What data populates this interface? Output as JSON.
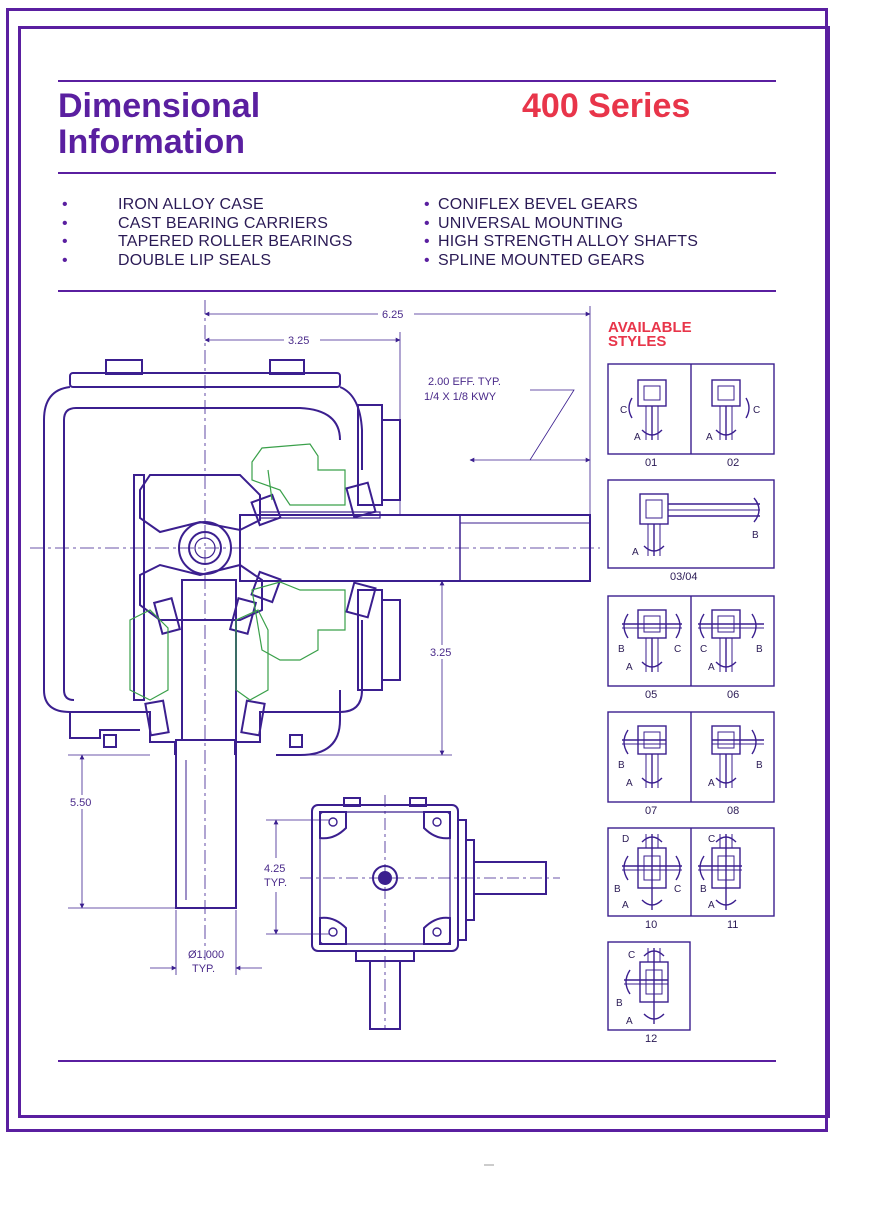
{
  "header": {
    "title_line1": "Dimensional",
    "title_line2": "Information",
    "series": "400 Series"
  },
  "features": {
    "left": [
      "IRON ALLOY CASE",
      "CAST BEARING CARRIERS",
      "TAPERED ROLLER BEARINGS",
      "DOUBLE LIP SEALS"
    ],
    "right": [
      "CONIFLEX BEVEL GEARS",
      "UNIVERSAL MOUNTING",
      "HIGH STRENGTH ALLOY SHAFTS",
      "SPLINE MOUNTED GEARS"
    ],
    "bullet": "•"
  },
  "dimensions": {
    "overall_width": "6.25",
    "half_width": "3.25",
    "shaft_note_line1": "2.00 EFF. TYP.",
    "shaft_note_line2": "1/4 X 1/8 KWY",
    "vertical_height": "3.25",
    "shaft_length": "5.50",
    "bolt_spacing_line1": "4.25",
    "bolt_spacing_line2": "TYP.",
    "shaft_dia_line1": "Ø1.000",
    "shaft_dia_line2": "TYP."
  },
  "styles": {
    "title": "AVAILABLE\nSTYLES",
    "captions": [
      "01",
      "02",
      "03/04",
      "05",
      "06",
      "07",
      "08",
      "10",
      "11",
      "12"
    ],
    "rotation_letters": [
      "A",
      "B",
      "C",
      "D"
    ]
  },
  "colors": {
    "frame": "#5a1fa0",
    "title": "#5a1fa0",
    "series": "#e8354a",
    "drawing": "#3b1f8f",
    "gear_outline": "#3aa04a"
  }
}
